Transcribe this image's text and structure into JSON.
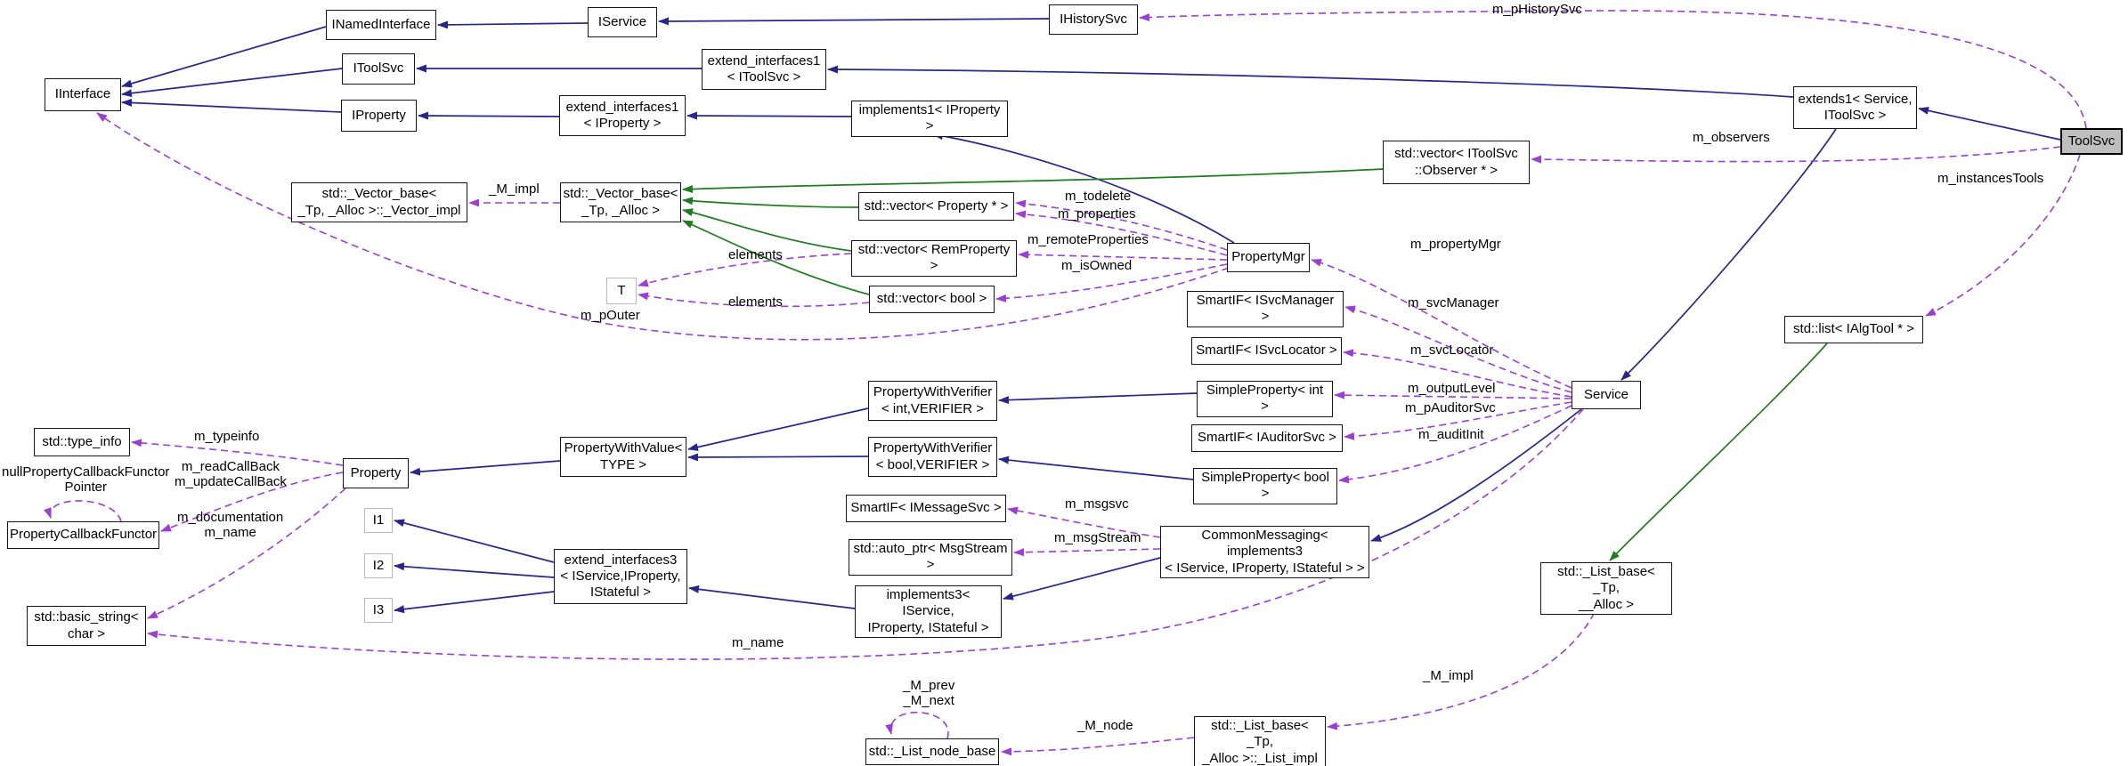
{
  "diagram": {
    "kind": "collaboration-graph",
    "focus_class": "ToolSvc",
    "colors": {
      "inheritance": "#26268c",
      "protected_inheritance": "#1e7d1e",
      "member": "#9c3ed6",
      "node_border": "#151515",
      "param_node_border": "#b9b9b9",
      "focus_fill": "#bfbfbf",
      "background": "#ffffff",
      "label_text": "#000000"
    },
    "nodes": [
      {
        "id": "iinterface",
        "label": "IInterface",
        "kind": "class"
      },
      {
        "id": "inamedinterface",
        "label": "INamedInterface",
        "kind": "class"
      },
      {
        "id": "iservice",
        "label": "IService",
        "kind": "class"
      },
      {
        "id": "ihistorysvc",
        "label": "IHistorySvc",
        "kind": "class"
      },
      {
        "id": "itoolsvc",
        "label": "IToolSvc",
        "kind": "class"
      },
      {
        "id": "extint1_itoolsvc",
        "label": "extend_interfaces1\n< IToolSvc >",
        "kind": "class"
      },
      {
        "id": "iproperty",
        "label": "IProperty",
        "kind": "class"
      },
      {
        "id": "extint1_iproperty",
        "label": "extend_interfaces1\n< IProperty >",
        "kind": "class"
      },
      {
        "id": "implements1",
        "label": "implements1< IProperty >",
        "kind": "class"
      },
      {
        "id": "extends1",
        "label": "extends1< Service,\nIToolSvc >",
        "kind": "class"
      },
      {
        "id": "toolsvc",
        "label": "ToolSvc",
        "kind": "focus"
      },
      {
        "id": "vec_observer",
        "label": "std::vector< IToolSvc\n::Observer * >",
        "kind": "class"
      },
      {
        "id": "vbase_impl",
        "label": "std::_Vector_base<\n_Tp, _Alloc >::_Vector_impl",
        "kind": "class"
      },
      {
        "id": "vbase",
        "label": "std::_Vector_base<\n_Tp, _Alloc >",
        "kind": "class"
      },
      {
        "id": "vec_property",
        "label": "std::vector< Property * >",
        "kind": "class"
      },
      {
        "id": "vec_remproperty",
        "label": "std::vector< RemProperty >",
        "kind": "class"
      },
      {
        "id": "vec_bool",
        "label": "std::vector< bool >",
        "kind": "class"
      },
      {
        "id": "t",
        "label": "T",
        "kind": "param"
      },
      {
        "id": "propertymgr",
        "label": "PropertyMgr",
        "kind": "class"
      },
      {
        "id": "smartif_isvcmanager",
        "label": "SmartIF< ISvcManager >",
        "kind": "class"
      },
      {
        "id": "smartif_isvclocator",
        "label": "SmartIF< ISvcLocator >",
        "kind": "class"
      },
      {
        "id": "simpleprop_int",
        "label": "SimpleProperty< int >",
        "kind": "class"
      },
      {
        "id": "smartif_iauditorsvc",
        "label": "SmartIF< IAuditorSvc >",
        "kind": "class"
      },
      {
        "id": "simpleprop_bool",
        "label": "SimpleProperty< bool >",
        "kind": "class"
      },
      {
        "id": "service",
        "label": "Service",
        "kind": "class"
      },
      {
        "id": "list_ialgtool",
        "label": "std::list< IAlgTool * >",
        "kind": "class"
      },
      {
        "id": "listbase",
        "label": "std::_List_base< _Tp,\n__Alloc >",
        "kind": "class"
      },
      {
        "id": "typeinfo",
        "label": "std::type_info",
        "kind": "class"
      },
      {
        "id": "pcf",
        "label": "PropertyCallbackFunctor",
        "kind": "class"
      },
      {
        "id": "property",
        "label": "Property",
        "kind": "class"
      },
      {
        "id": "pwv",
        "label": "PropertyWithValue<\nTYPE >",
        "kind": "class"
      },
      {
        "id": "pwverif_int",
        "label": "PropertyWithVerifier\n< int,VERIFIER >",
        "kind": "class"
      },
      {
        "id": "pwverif_bool",
        "label": "PropertyWithVerifier\n< bool,VERIFIER >",
        "kind": "class"
      },
      {
        "id": "smartif_imessagesvc",
        "label": "SmartIF< IMessageSvc >",
        "kind": "class"
      },
      {
        "id": "autoptr_msgstream",
        "label": "std::auto_ptr< MsgStream >",
        "kind": "class"
      },
      {
        "id": "commonmessaging",
        "label": "CommonMessaging< implements3\n< IService, IProperty, IStateful > >",
        "kind": "class"
      },
      {
        "id": "i1",
        "label": "I1",
        "kind": "param"
      },
      {
        "id": "i2",
        "label": "I2",
        "kind": "param"
      },
      {
        "id": "i3",
        "label": "I3",
        "kind": "param"
      },
      {
        "id": "extint3",
        "label": "extend_interfaces3\n< IService,IProperty,\nIStateful >",
        "kind": "class"
      },
      {
        "id": "implements3",
        "label": "implements3< IService,\nIProperty, IStateful >",
        "kind": "class"
      },
      {
        "id": "basicstring",
        "label": "std::basic_string<\nchar >",
        "kind": "class"
      },
      {
        "id": "listbase_impl",
        "label": "std::_List_base< _Tp,\n_Alloc >::_List_impl",
        "kind": "class"
      },
      {
        "id": "listnodebase",
        "label": "std::_List_node_base",
        "kind": "class"
      }
    ],
    "edges": [
      {
        "from": "inamedinterface",
        "to": "iinterface",
        "rel": "inheritance"
      },
      {
        "from": "itoolsvc",
        "to": "iinterface",
        "rel": "inheritance"
      },
      {
        "from": "iproperty",
        "to": "iinterface",
        "rel": "inheritance"
      },
      {
        "from": "iservice",
        "to": "inamedinterface",
        "rel": "inheritance"
      },
      {
        "from": "ihistorysvc",
        "to": "iservice",
        "rel": "inheritance"
      },
      {
        "from": "extint1_itoolsvc",
        "to": "itoolsvc",
        "rel": "inheritance"
      },
      {
        "from": "extint1_iproperty",
        "to": "iproperty",
        "rel": "inheritance"
      },
      {
        "from": "implements1",
        "to": "extint1_iproperty",
        "rel": "inheritance"
      },
      {
        "from": "extends1",
        "to": "extint1_itoolsvc",
        "rel": "inheritance"
      },
      {
        "from": "extends1",
        "to": "service",
        "rel": "inheritance"
      },
      {
        "from": "toolsvc",
        "to": "extends1",
        "rel": "inheritance"
      },
      {
        "from": "propertymgr",
        "to": "implements1",
        "rel": "inheritance"
      },
      {
        "from": "service",
        "to": "commonmessaging",
        "rel": "inheritance"
      },
      {
        "from": "commonmessaging",
        "to": "implements3",
        "rel": "inheritance"
      },
      {
        "from": "implements3",
        "to": "extint3",
        "rel": "inheritance"
      },
      {
        "from": "extint3",
        "to": "i1",
        "rel": "inheritance"
      },
      {
        "from": "extint3",
        "to": "i2",
        "rel": "inheritance"
      },
      {
        "from": "extint3",
        "to": "i3",
        "rel": "inheritance"
      },
      {
        "from": "pwverif_int",
        "to": "pwv",
        "rel": "inheritance"
      },
      {
        "from": "pwverif_bool",
        "to": "pwv",
        "rel": "inheritance"
      },
      {
        "from": "pwv",
        "to": "property",
        "rel": "inheritance"
      },
      {
        "from": "simpleprop_int",
        "to": "pwverif_int",
        "rel": "inheritance"
      },
      {
        "from": "simpleprop_bool",
        "to": "pwverif_bool",
        "rel": "inheritance"
      },
      {
        "from": "vec_observer",
        "to": "vbase",
        "rel": "protected"
      },
      {
        "from": "vec_property",
        "to": "vbase",
        "rel": "protected"
      },
      {
        "from": "vec_remproperty",
        "to": "vbase",
        "rel": "protected"
      },
      {
        "from": "vec_bool",
        "to": "vbase",
        "rel": "protected"
      },
      {
        "from": "list_ialgtool",
        "to": "listbase",
        "rel": "protected"
      },
      {
        "from": "toolsvc",
        "to": "ihistorysvc",
        "rel": "member",
        "label": "m_pHistorySvc"
      },
      {
        "from": "toolsvc",
        "to": "vec_observer",
        "rel": "member",
        "label": "m_observers"
      },
      {
        "from": "toolsvc",
        "to": "list_ialgtool",
        "rel": "member",
        "label": "m_instancesTools"
      },
      {
        "from": "service",
        "to": "propertymgr",
        "rel": "member",
        "label": "m_propertyMgr"
      },
      {
        "from": "service",
        "to": "smartif_isvcmanager",
        "rel": "member",
        "label": "m_svcManager"
      },
      {
        "from": "service",
        "to": "smartif_isvclocator",
        "rel": "member",
        "label": "m_svcLocator"
      },
      {
        "from": "service",
        "to": "simpleprop_int",
        "rel": "member",
        "label": "m_outputLevel"
      },
      {
        "from": "service",
        "to": "smartif_iauditorsvc",
        "rel": "member",
        "label": "m_pAuditorSvc"
      },
      {
        "from": "service",
        "to": "simpleprop_bool",
        "rel": "member",
        "label": "m_auditInit"
      },
      {
        "from": "service",
        "to": "basicstring",
        "rel": "member",
        "label": "m_name"
      },
      {
        "from": "propertymgr",
        "to": "vec_property",
        "rel": "member",
        "label": "m_todelete"
      },
      {
        "from": "propertymgr",
        "to": "vec_property",
        "rel": "member",
        "label": "m_properties"
      },
      {
        "from": "propertymgr",
        "to": "vec_remproperty",
        "rel": "member",
        "label": "m_remoteProperties"
      },
      {
        "from": "propertymgr",
        "to": "vec_bool",
        "rel": "member",
        "label": "m_isOwned"
      },
      {
        "from": "propertymgr",
        "to": "iinterface",
        "rel": "member",
        "label": "m_pOuter"
      },
      {
        "from": "vec_remproperty",
        "to": "t",
        "rel": "member",
        "label": "elements"
      },
      {
        "from": "vec_bool",
        "to": "t",
        "rel": "member",
        "label": "elements"
      },
      {
        "from": "vbase",
        "to": "vbase_impl",
        "rel": "member",
        "label": "_M_impl"
      },
      {
        "from": "commonmessaging",
        "to": "smartif_imessagesvc",
        "rel": "member",
        "label": "m_msgsvc"
      },
      {
        "from": "commonmessaging",
        "to": "autoptr_msgstream",
        "rel": "member",
        "label": "m_msgStream"
      },
      {
        "from": "property",
        "to": "typeinfo",
        "rel": "member",
        "label": "m_typeinfo"
      },
      {
        "from": "property",
        "to": "pcf",
        "rel": "member",
        "label": "m_readCallBack\nm_updateCallBack"
      },
      {
        "from": "property",
        "to": "basicstring",
        "rel": "member",
        "label": "m_documentation\nm_name"
      },
      {
        "from": "pcf",
        "to": "pcf",
        "rel": "member",
        "label": "nullPropertyCallbackFunctor\nPointer"
      },
      {
        "from": "listbase",
        "to": "listbase_impl",
        "rel": "member",
        "label": "_M_impl"
      },
      {
        "from": "listbase_impl",
        "to": "listnodebase",
        "rel": "member",
        "label": "_M_node"
      },
      {
        "from": "listnodebase",
        "to": "listnodebase",
        "rel": "member",
        "label": "_M_prev\n_M_next"
      }
    ]
  }
}
